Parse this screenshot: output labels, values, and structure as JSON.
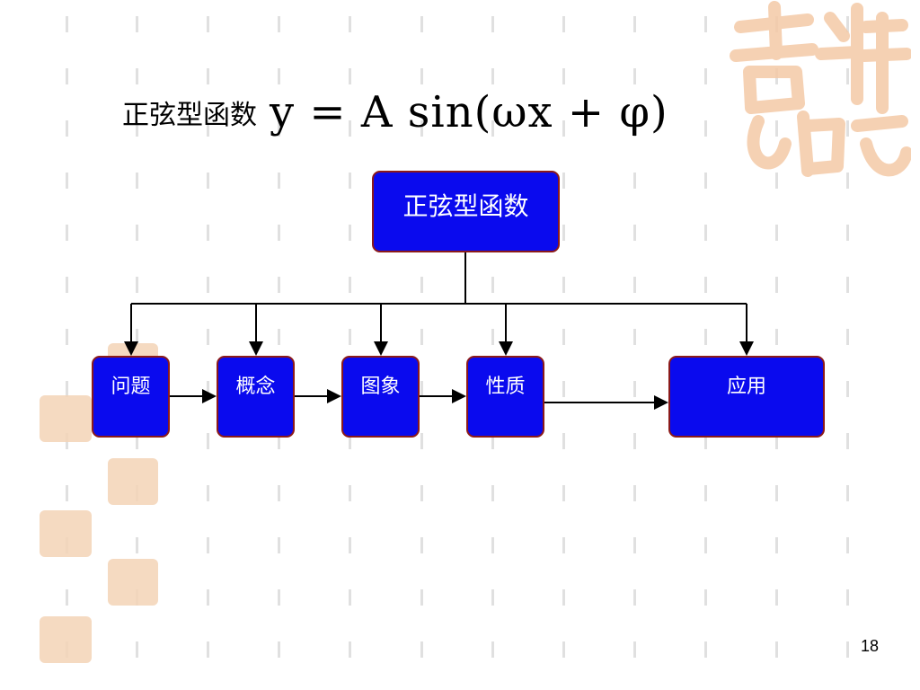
{
  "slide": {
    "title_text": "正弦型函数",
    "formula": "y = A sin(ωx + φ)",
    "page_number": "18"
  },
  "diagram": {
    "root": "正弦型函数",
    "children": [
      "问题",
      "概念",
      "图象",
      "性质",
      "应用"
    ]
  },
  "colors": {
    "node_fill": "#0a0aee",
    "node_border": "#8b1a1a",
    "node_text": "#ffffff",
    "decoration": "#f0c8a4"
  },
  "decoration": {
    "logo_text": "吉祥如意"
  }
}
